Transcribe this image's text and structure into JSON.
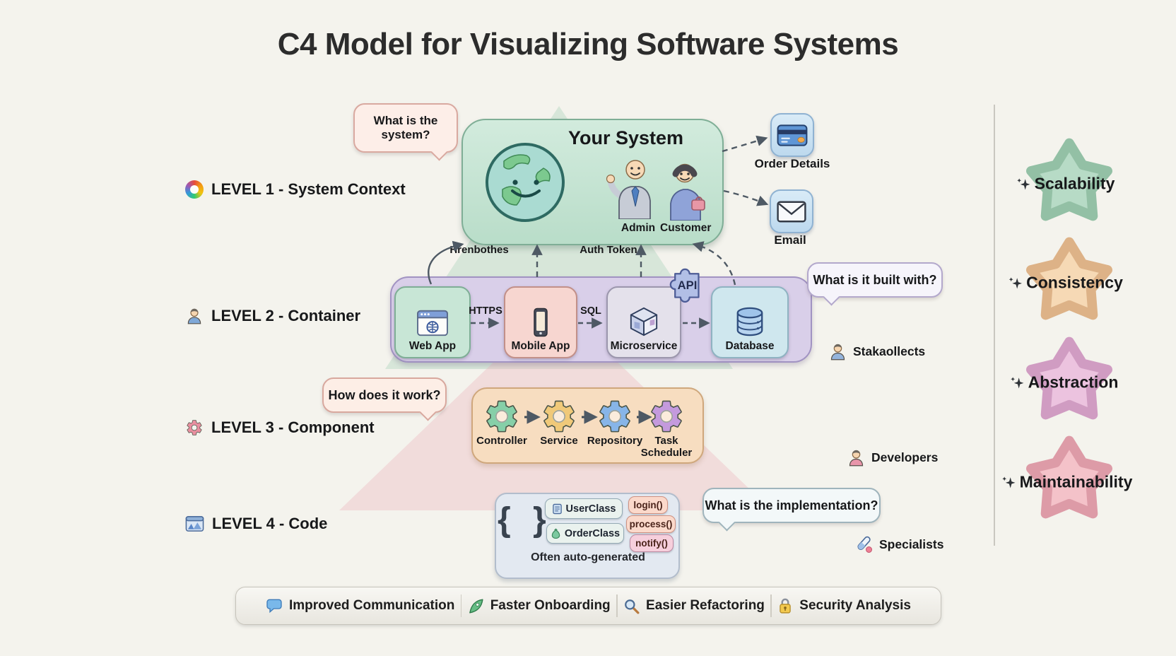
{
  "title": "C4 Model for Visualizing Software Systems",
  "levels": {
    "l1": {
      "label": "LEVEL 1 - System Context",
      "icon": "rainbow-ring-icon"
    },
    "l2": {
      "label": "LEVEL 2 - Container",
      "icon": "person-icon"
    },
    "l3": {
      "label": "LEVEL 3 - Component",
      "icon": "gear-icon"
    },
    "l4": {
      "label": "LEVEL 4 - Code",
      "icon": "code-window-icon"
    }
  },
  "bubbles": {
    "system": "What is the system?",
    "built": "What is it built with?",
    "work": "How does it work?",
    "implementation": "What is the implementation?"
  },
  "system_box": {
    "title": "Your System",
    "admin_label": "Admin",
    "customer_label": "Customer"
  },
  "externals": {
    "order_details": "Order Details",
    "email": "Email"
  },
  "edge_labels": {
    "left_garbled": "Hrenbothes",
    "auth_token": "Auth Token",
    "https": "HTTPS",
    "sql": "SQL"
  },
  "containers": {
    "web_app": "Web App",
    "mobile_app": "Mobile App",
    "microservice": "Microservice",
    "database": "Database",
    "api_badge": "API"
  },
  "components": {
    "controller": "Controller",
    "service": "Service",
    "repository": "Repository",
    "task_scheduler": "Task Scheduler"
  },
  "code": {
    "braces": "{ }",
    "user_class": "UserClass",
    "order_class": "OrderClass",
    "methods": [
      "login()",
      "process()",
      "notify()"
    ],
    "note": "Often auto-generated"
  },
  "audience": {
    "stakeholders": "Stakaollects",
    "developers": "Developers",
    "specialists": "Specialists"
  },
  "qualities": [
    {
      "label": "Scalability",
      "fill": "#b7dbc6",
      "stroke": "#93c0a5"
    },
    {
      "label": "Consistency",
      "fill": "#f6d9b5",
      "stroke": "#ddb287"
    },
    {
      "label": "Abstraction",
      "fill": "#ecc3df",
      "stroke": "#d09cc2"
    },
    {
      "label": "Maintainability",
      "fill": "#f4c2c9",
      "stroke": "#dd9ba7"
    }
  ],
  "benefits": [
    {
      "label": "Improved Communication",
      "icon": "chat-bubble-icon"
    },
    {
      "label": "Faster Onboarding",
      "icon": "rocket-icon"
    },
    {
      "label": "Easier Refactoring",
      "icon": "magnifier-icon"
    },
    {
      "label": "Security Analysis",
      "icon": "lock-icon"
    }
  ]
}
